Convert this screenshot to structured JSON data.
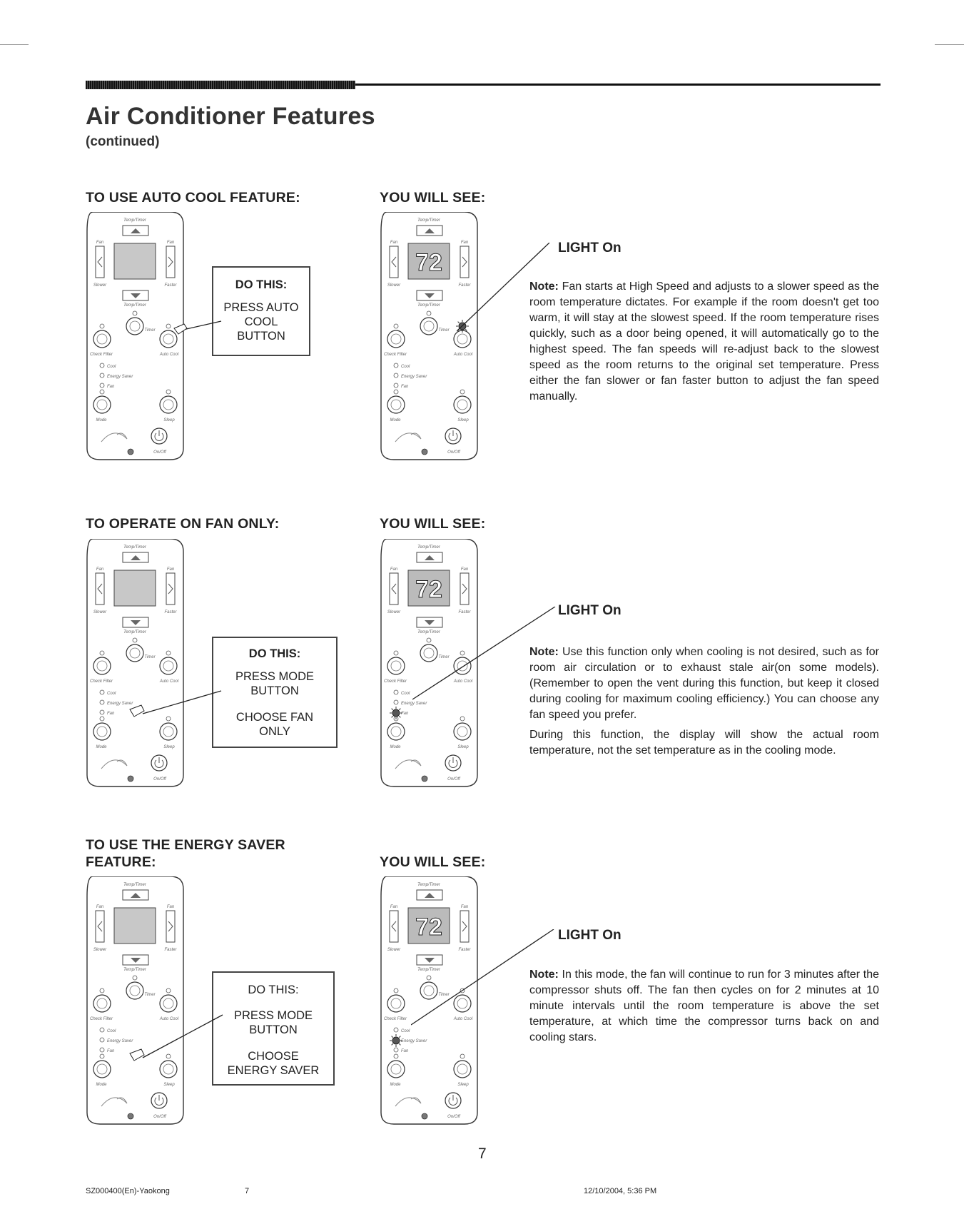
{
  "header": {
    "title": "Air Conditioner Features",
    "subtitle": "(continued)"
  },
  "sections": [
    {
      "heading": "TO USE AUTO COOL FEATURE:",
      "see_label": "YOU WILL SEE:",
      "do_this": [
        "DO THIS:",
        "PRESS AUTO",
        "COOL",
        "BUTTON"
      ],
      "light": "LIGHT On",
      "note_label": "Note:",
      "note": "Fan starts at High Speed and adjusts to a slower speed as the room temperature dictates. For example if the room doesn't get too warm, it will stay at the slowest speed. If the room temperature rises quickly, such as a door being opened, it will automatically go to the highest speed. The fan speeds will re-adjust back to the slowest speed as the room returns to the original set temperature. Press either the fan slower or fan faster button to adjust the fan speed manually."
    },
    {
      "heading": "TO OPERATE ON FAN ONLY:",
      "see_label": "YOU WILL SEE:",
      "do_this": [
        "DO THIS:",
        "PRESS MODE",
        "BUTTON",
        "CHOOSE FAN",
        "ONLY"
      ],
      "light": "LIGHT On",
      "note_label": "Note:",
      "note": "Use this function only when cooling is not desired, such as for room air circulation or to exhaust stale air(on some models). (Remember to open the vent during this function, but keep it closed during cooling for maximum cooling efficiency.) You can choose any fan speed you prefer.",
      "note2": "During this function, the display will show the actual room temperature, not the set temperature as in the cooling mode."
    },
    {
      "heading_line1": "TO USE THE ENERGY SAVER",
      "heading_line2": "FEATURE:",
      "see_label": "YOU WILL SEE:",
      "do_this": [
        "DO THIS:",
        "PRESS MODE",
        "BUTTON",
        "CHOOSE",
        "ENERGY SAVER"
      ],
      "light": "LIGHT On",
      "note_label": "Note:",
      "note": "In this mode, the fan will continue to run for 3 minutes after the compressor shuts off. The fan then cycles on for 2 minutes at 10 minute intervals until the room temperature is above the set temperature, at which time the compressor turns back on and cooling stars."
    }
  ],
  "panel": {
    "display_value": "72",
    "labels": [
      "Temp/Timer",
      "Fan",
      "Fan",
      "Slower",
      "Faster",
      "Temp/Timer",
      "Timer",
      "Check Filter",
      "Auto Cool",
      "Cool",
      "Energy Saver",
      "Fan",
      "Mode",
      "Sleep",
      "On/Off"
    ]
  },
  "page_number": "7",
  "footer": {
    "left": "SZ000400(En)-Yaokong",
    "middle": "7",
    "right": "12/10/2004, 5:36 PM"
  }
}
